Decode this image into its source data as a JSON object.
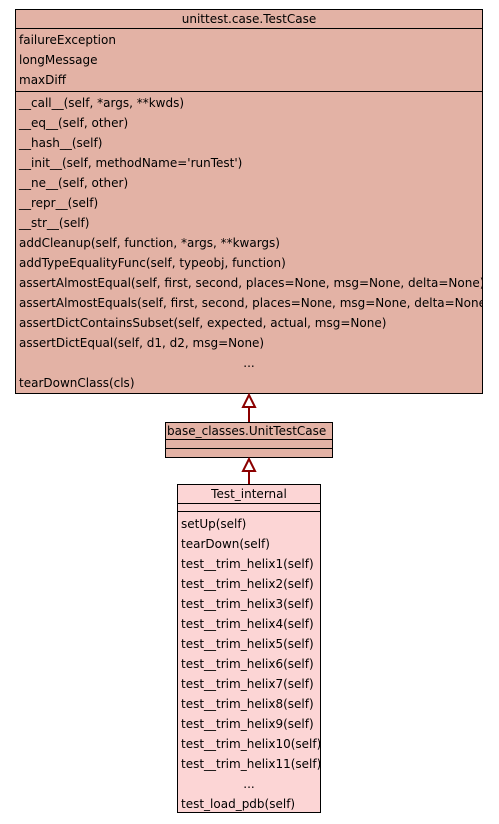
{
  "classes": {
    "testcase": {
      "title": "unittest.case.TestCase",
      "attributes": [
        "failureException",
        "longMessage",
        "maxDiff"
      ],
      "methods": [
        "__call__(self, *args, **kwds)",
        "__eq__(self, other)",
        "__hash__(self)",
        "__init__(self, methodName='runTest')",
        "__ne__(self, other)",
        "__repr__(self)",
        "__str__(self)",
        "addCleanup(self, function, *args, **kwargs)",
        "addTypeEqualityFunc(self, typeobj, function)",
        "assertAlmostEqual(self, first, second, places=None, msg=None, delta=None)",
        "assertAlmostEquals(self, first, second, places=None, msg=None, delta=None)",
        "assertDictContainsSubset(self, expected, actual, msg=None)",
        "assertDictEqual(self, d1, d2, msg=None)",
        "...",
        "tearDownClass(cls)"
      ]
    },
    "unittestcase": {
      "title": "base_classes.UnitTestCase"
    },
    "internal": {
      "title": "Test_internal",
      "methods": [
        "setUp(self)",
        "tearDown(self)",
        "test__trim_helix1(self)",
        "test__trim_helix2(self)",
        "test__trim_helix3(self)",
        "test__trim_helix4(self)",
        "test__trim_helix5(self)",
        "test__trim_helix6(self)",
        "test__trim_helix7(self)",
        "test__trim_helix8(self)",
        "test__trim_helix9(self)",
        "test__trim_helix10(self)",
        "test__trim_helix11(self)",
        "...",
        "test_load_pdb(self)"
      ]
    }
  },
  "colors": {
    "base_class_fill": "#e3b2a5",
    "leaf_class_fill": "#fcd5d5",
    "inheritance_edge": "#8b0000"
  }
}
